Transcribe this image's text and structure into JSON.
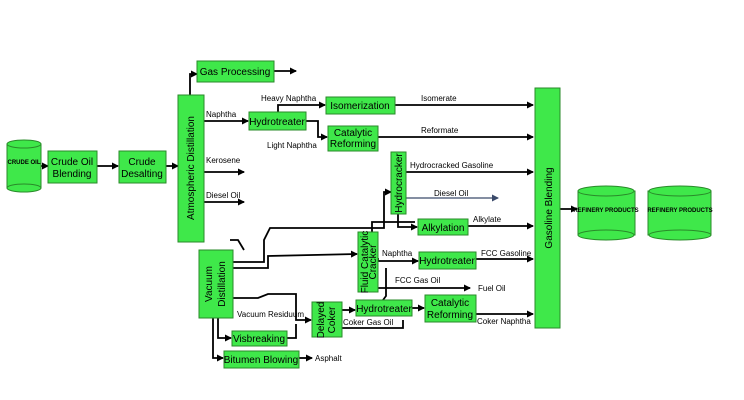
{
  "units": {
    "crude_desalting": "Crude Desalting",
    "atmospheric_distillation": "Atmospheric Distillation",
    "gas_processing": "Gas Processing",
    "isomerization": "Isomerization",
    "hydrotreater": "Hydrotreater",
    "catalytic_reforming": "Catalytic Reforming",
    "hydrocracker": "Hydrocracker",
    "alkylation": "Alkylation",
    "vacuum_distillation": "Vacuum Distillation",
    "fluid_catalytic_cracker": "Fluid Catalytic Cracker",
    "delayed_coker": "Delayed Coker",
    "visbreaking": "Visbreaking",
    "bitumen_blowing": "Bitumen Blowing",
    "gasoline_blending": "Gasoline Blending"
  },
  "tanks": {
    "crude_oil": "CRUDE OIL",
    "refinery_products": "REFINERY PRODUCTS",
    "refinery_products_2": "REFINERY PRODUCTS"
  },
  "streams": {
    "naphtha": "Naphtha",
    "heavy_naphtha": "Heavy Naphtha",
    "light_naphtha": "Light Naphtha",
    "isomerate": "Isomerate",
    "reformate": "Reformate",
    "kerosene": "Kerosene",
    "diesel_oil": "Diesel Oil",
    "hydrocracked_gasoline": "Hydrocracked Gasoline",
    "diesel_oil_2": "Diesel Oil",
    "alkylate": "Alkylate",
    "fcc_naphtha": "Naphtha",
    "fcc_gasoline": "FCC Gasoline",
    "fcc_gas_oil": "FCC Gas Oil",
    "fuel_oil": "Fuel Oil",
    "vacuum_residuum": "Vacuum Residuum",
    "coker_gas_oil": "Coker Gas Oil",
    "coker_naphtha": "Coker Naphtha",
    "asphalt": "Asphalt"
  },
  "labels": {
    "crude_oil_blending": "Crude Oil Blending"
  }
}
